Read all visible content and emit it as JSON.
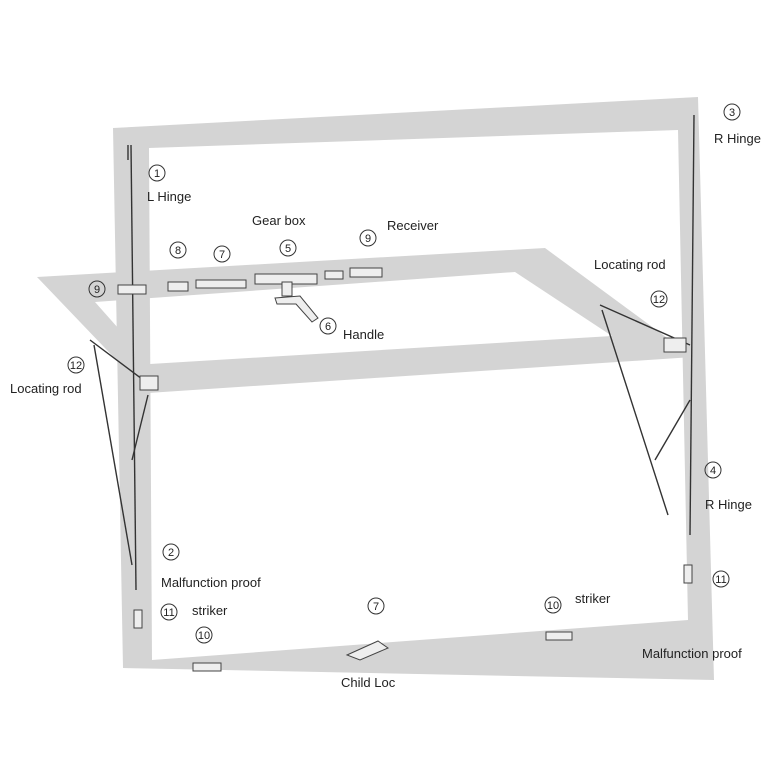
{
  "labels": {
    "l_hinge": "L Hinge",
    "r_hinge_top": "R Hinge",
    "r_hinge_bottom": "R Hinge",
    "gear_box": "Gear box",
    "receiver": "Receiver",
    "locating_rod_right": "Locating rod",
    "locating_rod_left": "Locating rod",
    "handle": "Handle",
    "malfunction_proof_left": "Malfunction proof",
    "malfunction_proof_right": "Malfunction proof",
    "striker_left": "striker",
    "striker_right": "striker",
    "child_lock": "Child Loc"
  },
  "callouts": {
    "n1": "1",
    "n2": "2",
    "n3": "3",
    "n4": "4",
    "n5": "5",
    "n6": "6",
    "n7a": "7",
    "n7b": "7",
    "n8": "8",
    "n9a": "9",
    "n9b": "9",
    "n10a": "10",
    "n10b": "10",
    "n11a": "11",
    "n11b": "11",
    "n12a": "12",
    "n12b": "12"
  },
  "colors": {
    "frame": "#d4d4d4",
    "line": "#333333",
    "background": "#ffffff"
  }
}
